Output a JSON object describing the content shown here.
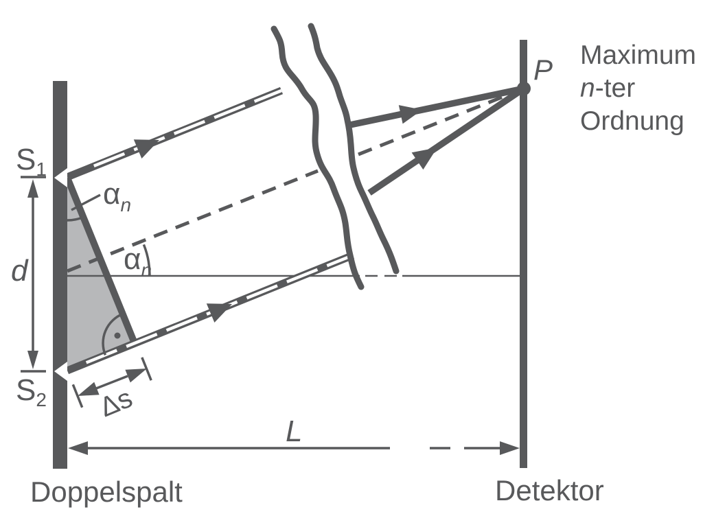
{
  "colors": {
    "ink": "#58595b",
    "shade": "#b7b8ba",
    "background": "#ffffff"
  },
  "barrier": {
    "caption": "Doppelspalt",
    "slit1": {
      "base": "S",
      "sub": "1"
    },
    "slit2": {
      "base": "S",
      "sub": "2"
    }
  },
  "detector": {
    "caption": "Detektor",
    "point_label": "P",
    "maximum_caption": {
      "line1": "Maximum",
      "line2_italic": "n",
      "line2_rest": "-ter",
      "line3": "Ordnung"
    }
  },
  "dimensions": {
    "slit_distance": "d",
    "screen_distance": "L",
    "path_difference": "Δs"
  },
  "angles": {
    "at_slit": {
      "base": "α",
      "sub": "n"
    },
    "at_axis": {
      "base": "α",
      "sub": "n"
    }
  }
}
